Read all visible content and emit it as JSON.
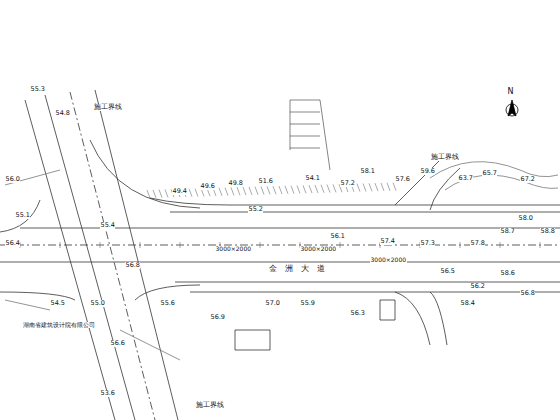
{
  "diagram": {
    "labels": [
      "N",
      "施工界线",
      "施工界线",
      "施工界线",
      "金洲大道",
      "3000×2000",
      "3000×2000",
      "3000×2000",
      "湖南省建筑设计院有限公司",
      "55.3",
      "54.8",
      "56.0",
      "55.1",
      "55.4",
      "56.8",
      "49.4",
      "49.6",
      "49.8",
      "55.2",
      "51.6",
      "54.1",
      "57.2",
      "58.1",
      "57.6",
      "59.6",
      "63.7",
      "65.7",
      "67.2",
      "58.0",
      "58.8",
      "58.7",
      "57.8",
      "56.4",
      "56.8",
      "56.2",
      "55.9",
      "56.1",
      "57.4",
      "57.3",
      "56.5",
      "54.5",
      "55.0",
      "56.6",
      "53.6",
      "55.6",
      "56.9",
      "57.0",
      "56.3",
      "58.4",
      "58.6"
    ]
  }
}
